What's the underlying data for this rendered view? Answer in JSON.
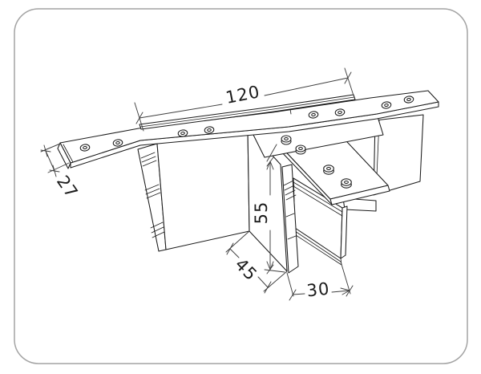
{
  "figure": {
    "dimension_labels": {
      "length": "120",
      "width": "27",
      "height": "55",
      "depth": "45",
      "branch_width": "30"
    },
    "style": {
      "line_color": "#1b1b1b",
      "dim_color": "#3f3f3f",
      "text_color": "#1b1b1b",
      "background": "#ffffff",
      "border_color": "#a3a3a3"
    }
  }
}
